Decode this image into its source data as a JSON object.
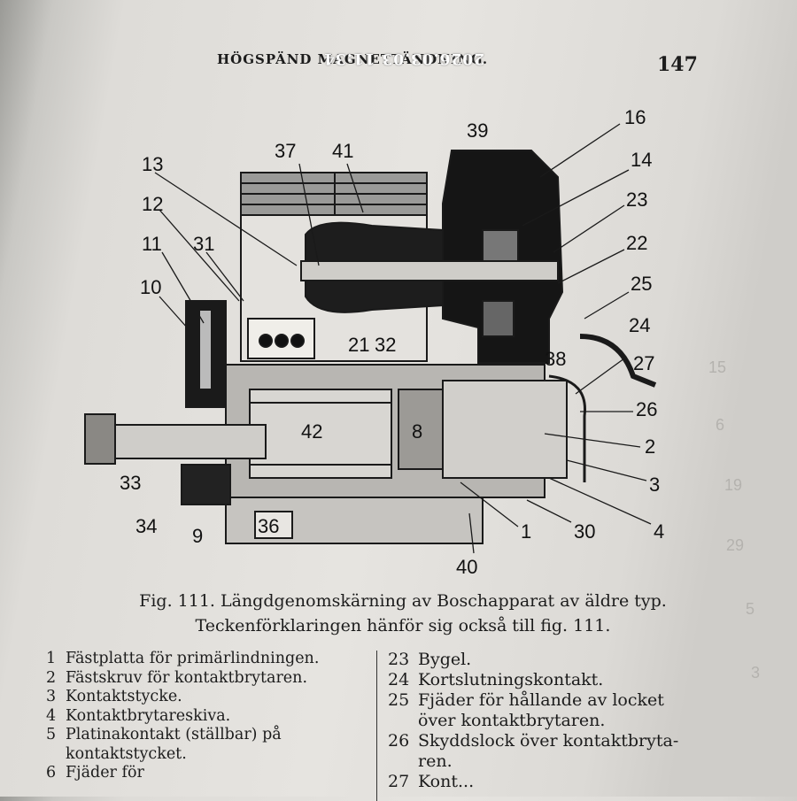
{
  "page": {
    "header_left": "HÖGSPÄND MAGNETTÄNDNING.",
    "page_number": "147",
    "stamp": "2026.03.03 11:34"
  },
  "figure": {
    "caption_line1": "Fig. 111.  Längdgenomskärning av Boschapparat av äldre typ.",
    "caption_line2": "Teckenförklaringen hänför sig också till fig. 111.",
    "labels": [
      "39",
      "37",
      "41",
      "16",
      "14",
      "13",
      "12",
      "23",
      "31",
      "11",
      "22",
      "10",
      "25",
      "24",
      "21",
      "32",
      "38",
      "27",
      "42",
      "26",
      "8",
      "2",
      "33",
      "3",
      "34",
      "9",
      "36",
      "1",
      "30",
      "4",
      "40"
    ]
  },
  "legend_left": [
    {
      "num": "1",
      "text": "Fästplatta för primärlindningen."
    },
    {
      "num": "2",
      "text": "Fästskruv för kontaktbrytaren."
    },
    {
      "num": "3",
      "text": "Kontaktstycke."
    },
    {
      "num": "4",
      "text": "Kontaktbrytareskiva."
    },
    {
      "num": "5",
      "text": "Platinakontakt (ställbar) på"
    },
    {
      "num": "",
      "text": "kontaktstycket."
    },
    {
      "num": "6",
      "text": "Fjäder för"
    }
  ],
  "legend_right": [
    {
      "num": "23",
      "text": "Bygel."
    },
    {
      "num": "24",
      "text": "Kortslutningskontakt."
    },
    {
      "num": "25",
      "text": "Fjäder för hållande av locket"
    },
    {
      "num": "",
      "text": "över kontaktbrytaren."
    },
    {
      "num": "26",
      "text": "Skyddslock över kontaktbryta-"
    },
    {
      "num": "",
      "text": "ren."
    },
    {
      "num": "27",
      "text": "Kont..."
    }
  ],
  "bleed_through": [
    "15",
    "6",
    "19",
    "29",
    "5",
    "3"
  ]
}
